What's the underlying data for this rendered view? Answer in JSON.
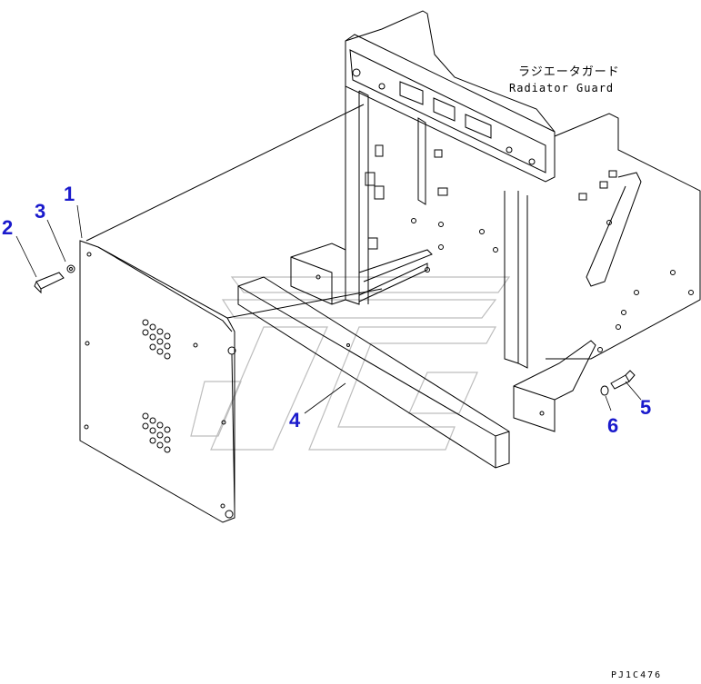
{
  "title": {
    "japanese": "ラジエータガード",
    "english": "Radiator Guard"
  },
  "drawing_code": "PJ1C476",
  "callouts": [
    {
      "number": "1"
    },
    {
      "number": "2"
    },
    {
      "number": "3"
    },
    {
      "number": "4"
    },
    {
      "number": "5"
    },
    {
      "number": "6"
    }
  ],
  "colors": {
    "callout": "#1a1acc",
    "line": "#000000",
    "watermark": "#bdbdbd"
  }
}
